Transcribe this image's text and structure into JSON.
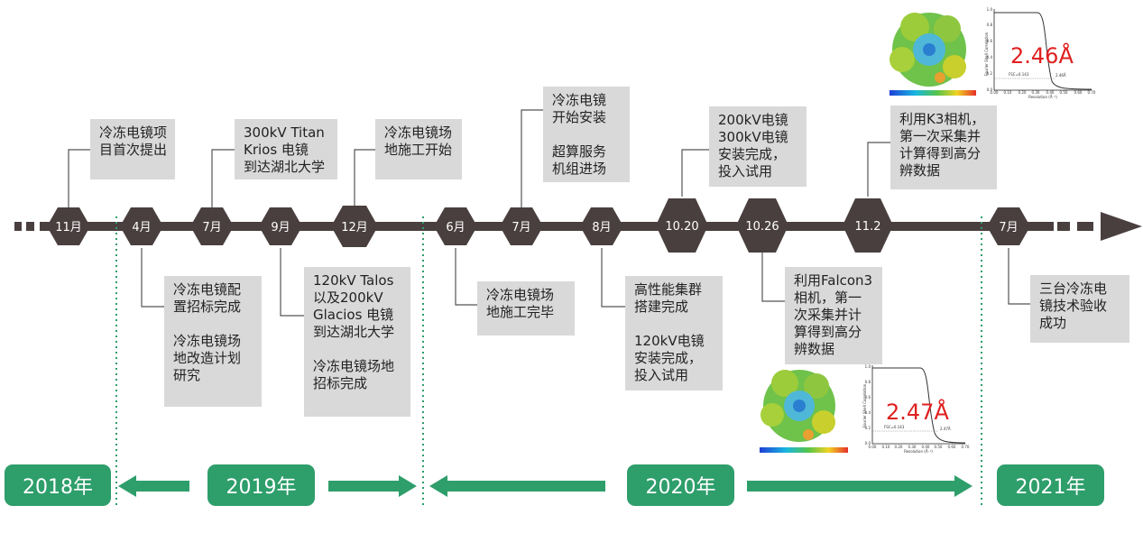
{
  "colors": {
    "axis": "#4a3f3f",
    "connector": "#555555",
    "box_bg": "#d9d9d9",
    "green": "#2e9e6b",
    "red": "#e02020"
  },
  "milestones": [
    {
      "label": "11月"
    },
    {
      "label": "4月"
    },
    {
      "label": "7月"
    },
    {
      "label": "9月"
    },
    {
      "label": "12月"
    },
    {
      "label": "6月"
    },
    {
      "label": "7月"
    },
    {
      "label": "8月"
    },
    {
      "label": "10.20"
    },
    {
      "label": "10.26"
    },
    {
      "label": "11.2"
    },
    {
      "label": "7月"
    }
  ],
  "events_above": [
    {
      "text": "冷冻电镜项\n目首次提出"
    },
    {
      "text": "300kV Titan\nKrios 电镜\n到达湖北大学"
    },
    {
      "text": "冷冻电镜场\n地施工开始"
    },
    {
      "text": "冷冻电镜\n开始安装\n\n超算服务\n机组进场"
    },
    {
      "text": "200kV电镜\n300kV电镜\n安装完成，\n投入试用"
    },
    {
      "text": "利用K3相机，\n第一次采集并\n计算得到高分\n辨数据"
    }
  ],
  "events_below": [
    {
      "text": "冷冻电镜配\n置招标完成\n\n冷冻电镜场\n地改造计划\n研究"
    },
    {
      "text": "120kV Talos\n以及200kV\nGlacios 电镜\n到达湖北大学\n\n冷冻电镜场地\n招标完成"
    },
    {
      "text": "冷冻电镜场\n地施工完毕"
    },
    {
      "text": "高性能集群\n搭建完成\n\n120kV电镜\n安装完成，\n投入试用"
    },
    {
      "text": "利用Falcon3\n相机，第一\n次采集并计\n算得到高分\n辨数据"
    },
    {
      "text": "三台冷冻电\n镜技术验收\n成功"
    }
  ],
  "years": [
    {
      "label": "2018年"
    },
    {
      "label": "2019年"
    },
    {
      "label": "2020年"
    },
    {
      "label": "2021年"
    }
  ],
  "figures": [
    {
      "resolution": "2.46Å",
      "fsc_label": "FSC=0.143",
      "res_tick": "2.46Å",
      "y_axis_label": "Fourier Shell Correlation",
      "x_axis_label": "Resolution (Å⁻¹)",
      "x_ticks": [
        "0.00",
        "0.10",
        "0.20",
        "0.30",
        "0.40",
        "0.50",
        "0.60",
        "0.70"
      ],
      "y_ticks": [
        "0.0",
        "0.2",
        "0.4",
        "0.6",
        "0.8",
        "1.0"
      ]
    },
    {
      "resolution": "2.47Å",
      "fsc_label": "FSC=0.143",
      "res_tick": "2.47Å",
      "y_axis_label": "Fourier Shell Correlation",
      "x_axis_label": "Resolution (Å⁻¹)",
      "x_ticks": [
        "0.00",
        "0.10",
        "0.20",
        "0.30",
        "0.40",
        "0.50",
        "0.60",
        "0.70"
      ],
      "y_ticks": [
        "0.0",
        "0.2",
        "0.4",
        "0.6",
        "0.8",
        "1.0"
      ]
    }
  ]
}
